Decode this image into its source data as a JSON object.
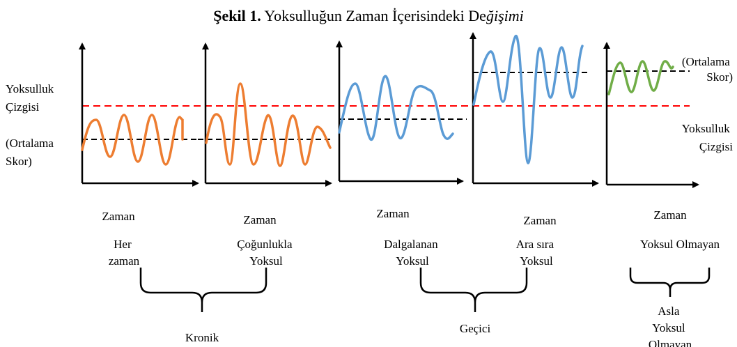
{
  "title": {
    "bold": "Şekil 1.",
    "normal": " Yoksulluğun Zaman İçerisindeki De",
    "italic": "ğişimi"
  },
  "left_labels": {
    "poverty_line": [
      "Yoksulluk",
      "Çizgisi"
    ],
    "average_score": [
      "(Ortalama",
      "Skor)"
    ]
  },
  "right_labels": {
    "average_score": [
      "(Ortalama",
      "Skor)"
    ],
    "poverty_line": [
      "Yoksulluk",
      "Çizgisi"
    ]
  },
  "panels": [
    {
      "axis_label": "Zaman",
      "category": [
        "Her",
        "zaman"
      ],
      "color": "#ed7d31"
    },
    {
      "axis_label": "Zaman",
      "category": [
        "Çoğunlukla",
        "Yoksul"
      ],
      "color": "#ed7d31"
    },
    {
      "axis_label": "Zaman",
      "category": [
        "Dalgalanan",
        "Yoksul"
      ],
      "color": "#5b9bd5"
    },
    {
      "axis_label": "Zaman",
      "category": [
        "Ara sıra",
        "Yoksul"
      ],
      "color": "#5b9bd5"
    },
    {
      "axis_label": "Zaman",
      "category": [
        "Yoksul Olmayan"
      ],
      "color": "#70ad47"
    }
  ],
  "groups": [
    {
      "label": "Kronik"
    },
    {
      "label": "Geçici"
    },
    {
      "label": [
        "Asla",
        "Yoksul",
        "Olmayan"
      ]
    }
  ],
  "colors": {
    "poverty_line": "#ff0000",
    "average_line": "#000000",
    "axis": "#000000"
  }
}
